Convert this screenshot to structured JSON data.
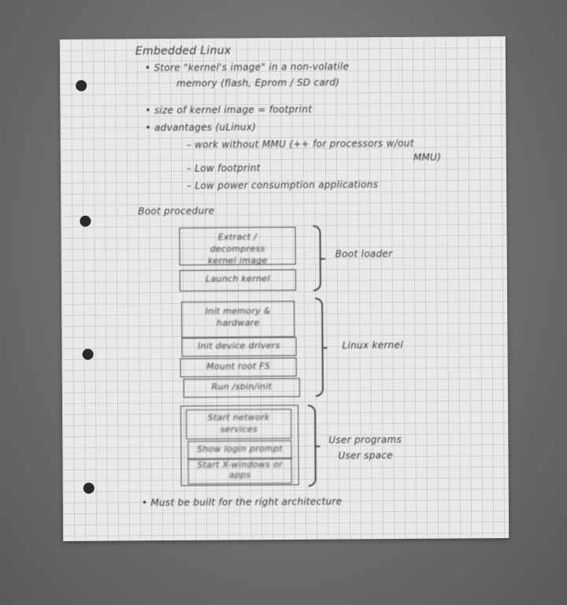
{
  "notes": {
    "title": "Embedded Linux",
    "bullet1_line1": "• Store \"kernel's image\" in a non-volatile",
    "bullet1_line2": "memory (flash, Eprom / SD card)",
    "bullet2": "• size of kernel image = footprint",
    "bullet3": "• advantages (uLinux)",
    "sub1_line1": "– work without MMU (++ for processors w/out",
    "sub1_line2": "MMU)",
    "sub2": "– Low footprint",
    "sub3": "– Low power consumption applications",
    "boot_heading": "Boot procedure",
    "boot_loader_steps": [
      "Extract / decompress kernel image",
      "Launch kernel"
    ],
    "boot_loader_label": "Boot loader",
    "kernel_steps": [
      "Init memory & hardware",
      "Init device drivers",
      "Mount root FS",
      "Run /sbin/init"
    ],
    "kernel_label": "Linux kernel",
    "user_steps": [
      "Start network services",
      "Show login prompt",
      "Start X-windows or apps"
    ],
    "user_label_line1": "User programs",
    "user_label_line2": "User space",
    "footer": "• Must be built for the right architecture"
  }
}
